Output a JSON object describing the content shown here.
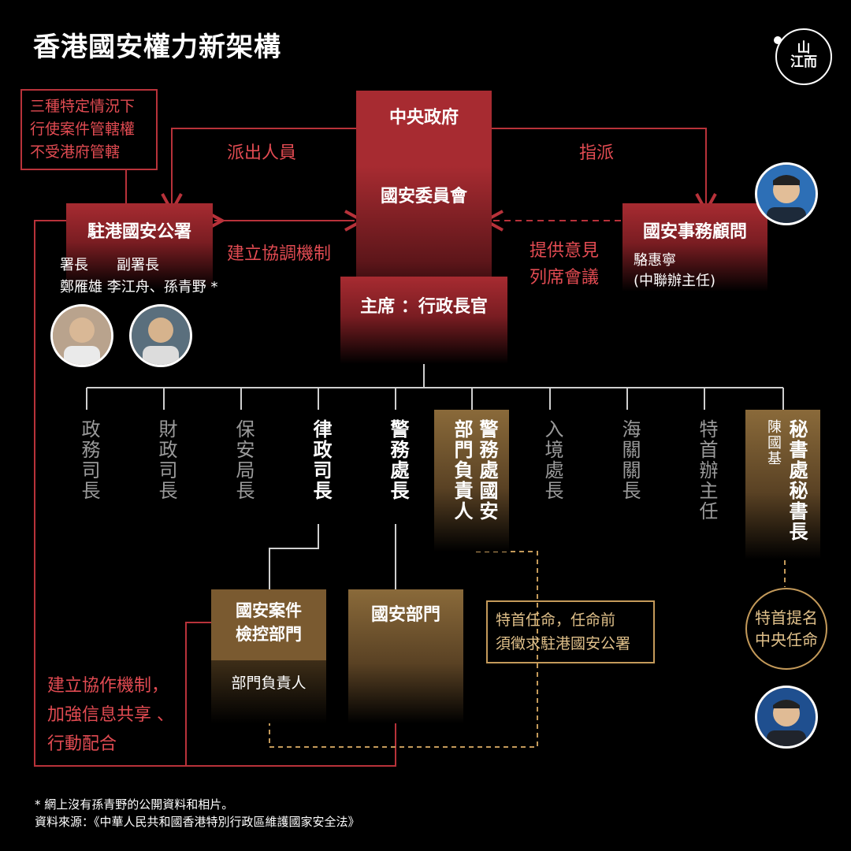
{
  "title": "香港國安權力新架構",
  "logo": {
    "text_top": "山",
    "text_bottom": "江而"
  },
  "notes": {
    "jurisdiction": [
      "三種特定情況下",
      "行使案件管轄權",
      "不受港府管轄"
    ],
    "coordination": [
      "建立協作機制，",
      "加強信息共享 、",
      "行動配合"
    ],
    "appointment": [
      "特首任命，任命前",
      "須徵求駐港國安公署"
    ],
    "nominate": [
      "特首提名",
      "中央任命"
    ]
  },
  "central": {
    "gov": "中央政府",
    "committee": "國安委員會",
    "chair": "主席 ：行政長官"
  },
  "edges": {
    "dispatch": "派出人員",
    "assign": "指派",
    "coordinate": "建立協調機制",
    "advise": [
      "提供意見",
      "列席會議"
    ]
  },
  "office": {
    "name": "駐港國安公署",
    "roles": "署長　　副署長",
    "people": "鄭雁雄  李江舟、孫青野 *"
  },
  "advisor": {
    "name": "國安事務顧問",
    "person": "駱惠寧",
    "role": "(中聯辦主任)"
  },
  "members": [
    {
      "label": "政務司長",
      "style": "grey"
    },
    {
      "label": "財政司長",
      "style": "grey"
    },
    {
      "label": "保安局長",
      "style": "grey"
    },
    {
      "label": "律政司長",
      "style": "bold"
    },
    {
      "label": "警務處長",
      "style": "bold"
    },
    {
      "label": "警務處國安部門負責人",
      "style": "brown"
    },
    {
      "label": "入境處長",
      "style": "grey"
    },
    {
      "label": "海關關長",
      "style": "grey"
    },
    {
      "label": "特首辦主任",
      "style": "grey"
    },
    {
      "label": "秘書處秘書長",
      "style": "brown"
    }
  ],
  "member_col_a": "警務處國安",
  "member_col_b": "部門負責人",
  "secretary": {
    "title": "秘書處秘書長",
    "person": "陳國基"
  },
  "prosecution": {
    "name": [
      "國安案件",
      "檢控部門"
    ],
    "head": "部門負責人"
  },
  "police_ns": {
    "name": "國安部門"
  },
  "footnotes": [
    "* 網上沒有孫青野的公開資料和相片。",
    "資料來源：《中華人民共和國香港特別行政區維護國家安全法》"
  ],
  "colors": {
    "red": "#a72b31",
    "line_red": "#b8323a",
    "gold": "#c49a5a",
    "grey_line": "#cfcfcf"
  }
}
